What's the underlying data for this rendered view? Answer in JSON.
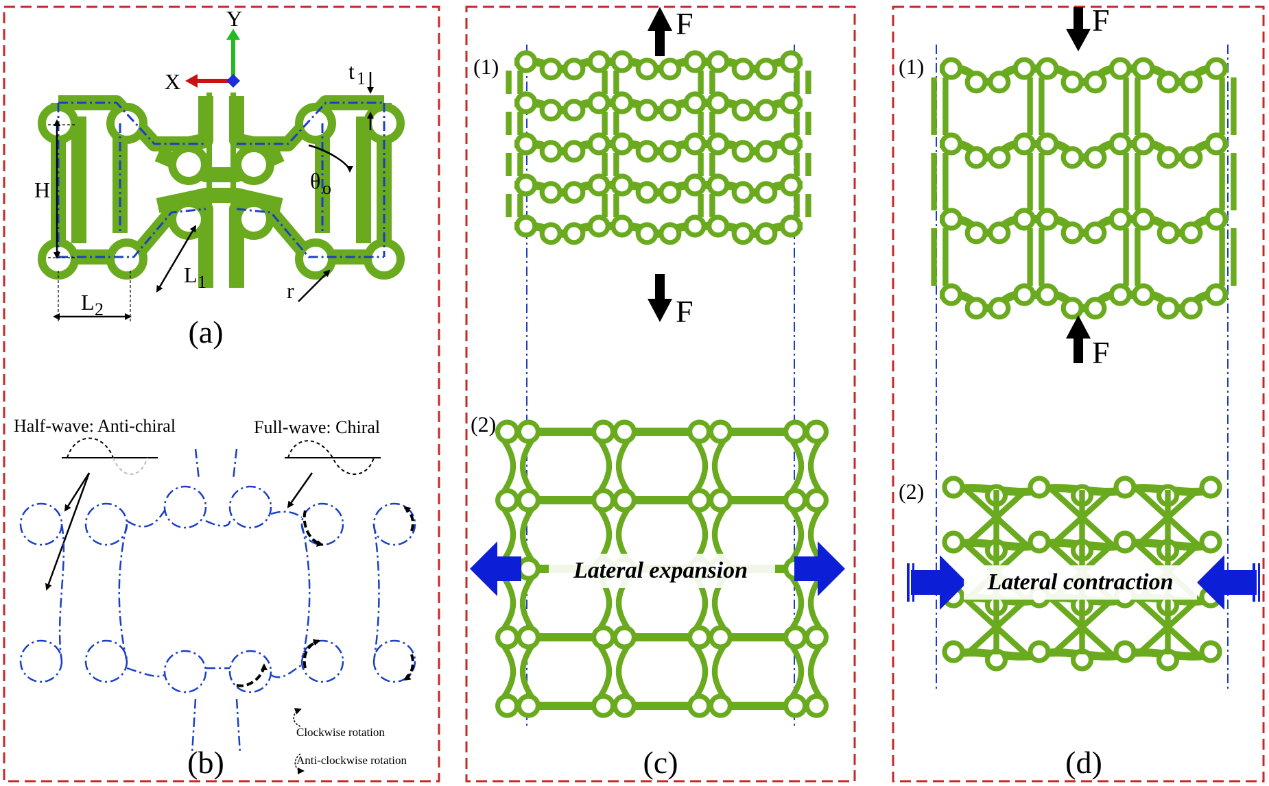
{
  "colors": {
    "panel_border": "#c62828",
    "lattice_green": "#6aaa1e",
    "centerline_blue": "#1a3fc4",
    "arrow_blue": "#0d1fd6",
    "axis_x": "#cc1111",
    "axis_y": "#22bb22",
    "axis_origin": "#1a2fd6"
  },
  "panel_a": {
    "label": "(a)",
    "axis_x": "X",
    "axis_y": "Y",
    "dim_t1": "t",
    "dim_t1_sub": "1",
    "dim_theta": "θ",
    "dim_theta_sub": "o",
    "dim_H": "H",
    "dim_L1": "L",
    "dim_L1_sub": "1",
    "dim_L2": "L",
    "dim_L2_sub": "2",
    "dim_r": "r"
  },
  "panel_b": {
    "label": "(b)",
    "half_wave": "Half-wave: Anti-chiral",
    "full_wave": "Full-wave: Chiral",
    "legend_cw": "Clockwise rotation",
    "legend_acw": "Anti-clockwise rotation"
  },
  "panel_c": {
    "label": "(c)",
    "state1": "(1)",
    "state2": "(2)",
    "force_top": "F",
    "force_bottom": "F",
    "caption": "Lateral expansion"
  },
  "panel_d": {
    "label": "(d)",
    "state1": "(1)",
    "state2": "(2)",
    "force_top": "F",
    "force_bottom": "F",
    "caption": "Lateral contraction"
  }
}
